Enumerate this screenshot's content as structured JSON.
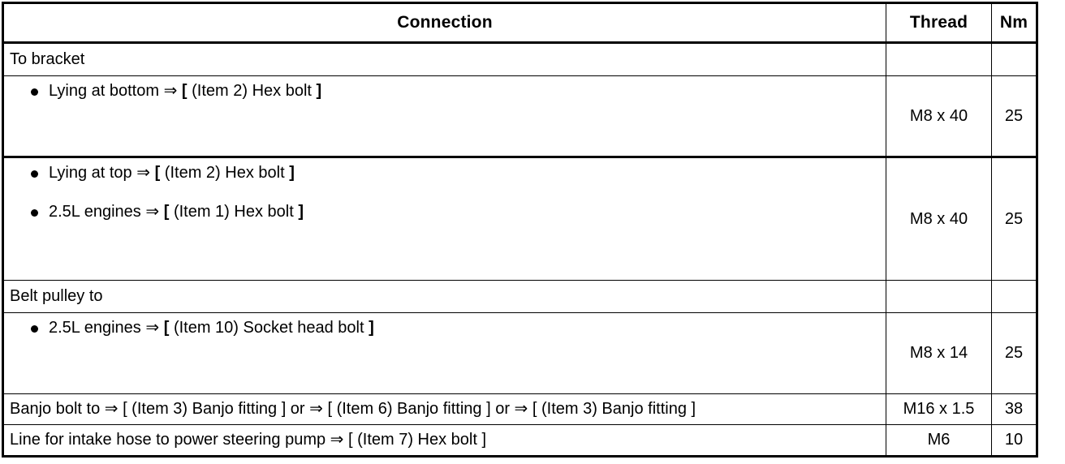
{
  "table": {
    "columns": [
      {
        "key": "connection",
        "label": "Connection"
      },
      {
        "key": "thread",
        "label": "Thread"
      },
      {
        "key": "nm",
        "label": "Nm"
      }
    ],
    "rows": [
      {
        "kind": "section",
        "connection": "To bracket",
        "thread": "",
        "nm": ""
      },
      {
        "kind": "bullets",
        "bullets": [
          {
            "prefix": "Lying at bottom",
            "arrow": "⇒",
            "bracket_open": "[",
            "item": "(Item 2) Hex bolt",
            "bracket_close": "]"
          }
        ],
        "thread": "M8 x 40",
        "nm": "25"
      },
      {
        "kind": "bullets",
        "bullets": [
          {
            "prefix": "Lying at top",
            "arrow": "⇒",
            "bracket_open": "[",
            "item": "(Item 2) Hex bolt",
            "bracket_close": "]"
          },
          {
            "prefix": "2.5L engines",
            "arrow": "⇒",
            "bracket_open": "[",
            "item": "(Item 1) Hex bolt",
            "bracket_close": "]"
          }
        ],
        "thread": "M8 x 40",
        "nm": "25"
      },
      {
        "kind": "section",
        "connection": "Belt pulley to",
        "thread": "",
        "nm": ""
      },
      {
        "kind": "bullets",
        "bullets": [
          {
            "prefix": "2.5L engines",
            "arrow": "⇒",
            "bracket_open": "[",
            "item": "(Item 10) Socket head bolt",
            "bracket_close": "]"
          }
        ],
        "thread": "M8 x 14",
        "nm": "25"
      },
      {
        "kind": "plain",
        "connection": "Banjo bolt to ⇒ [ (Item 3) Banjo fitting ] or ⇒ [ (Item 6) Banjo fitting ] or ⇒ [ (Item 3) Banjo fitting ]",
        "thread": "M16 x 1.5",
        "nm": "38"
      },
      {
        "kind": "plain",
        "connection": "Line for intake hose to power steering pump ⇒ [ (Item 7) Hex bolt ]",
        "thread": "M6",
        "nm": "10"
      }
    ]
  }
}
